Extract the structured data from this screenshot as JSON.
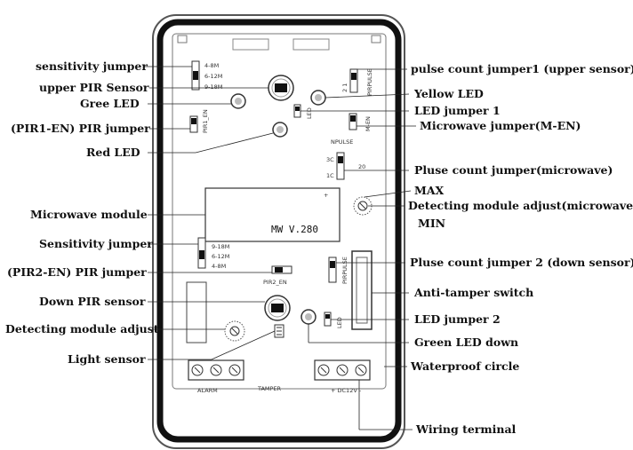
{
  "labels_left": [
    "sensitivity jumper",
    "upper PIR Sensor",
    "Gree LED",
    "(PIR1-EN) PIR jumper",
    "Red LED",
    "Microwave module",
    "Sensitivity jumper",
    "(PIR2-EN) PIR jumper",
    "Down PIR sensor",
    "Detecting module adjust",
    "Light sensor"
  ],
  "labels_right": [
    "pulse count jumper1 (upper sensor)",
    "Yellow LED",
    "LED jumper 1",
    "Microwave jumper(M-EN)",
    "Pluse count jumper(microwave)",
    "MAX",
    "Detecting module adjust(microwave)",
    "MIN",
    "Pluse count jumper 2 (down sensor)",
    "Anti-tamper switch",
    "LED jumper 2",
    "Green LED down",
    "Waterproof circle"
  ],
  "label_bottom": "Wiring terminal",
  "board_text": {
    "sens_upper": [
      "4-8M",
      "6-12M",
      "9-18M"
    ],
    "sens_lower": [
      "9-18M",
      "6-12M",
      "4-8M"
    ],
    "pir1": "PIR1_EN",
    "pir2": "PIR2_EN",
    "mw_module": "MW  V.280",
    "npulse": "NPULSE",
    "p3c": "3C",
    "p20": "20",
    "p1c": "1C",
    "pulse1": "PIRPULSE",
    "pulse1_nums": "2 1",
    "mwen": "M-EN",
    "led1": "LED",
    "led2": "LED",
    "pulse2": "PIRPULSE",
    "mw_adj_mark": "+",
    "term_left": "ALARM",
    "term_mid": "TAMPER",
    "term_right": "+ DC12V -"
  }
}
